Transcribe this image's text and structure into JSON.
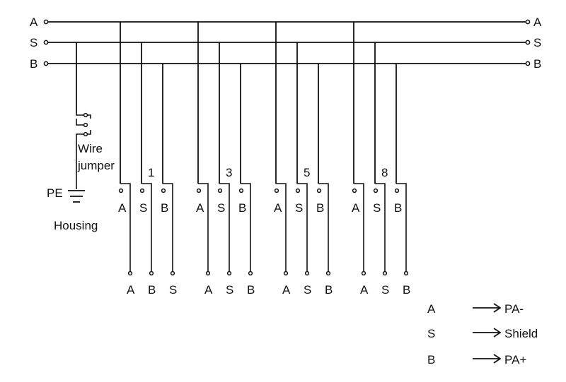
{
  "bus": {
    "left_labels": [
      "A",
      "S",
      "B"
    ],
    "right_labels": [
      "A",
      "S",
      "B"
    ]
  },
  "housing": {
    "wire_jumper_line1": "Wire",
    "wire_jumper_line2": "jumper",
    "pe_label": "PE",
    "housing_label": "Housing"
  },
  "devices": [
    {
      "number": "1",
      "top_labels": [
        "A",
        "S",
        "B"
      ],
      "bottom_labels": [
        "A",
        "B",
        "S"
      ]
    },
    {
      "number": "3",
      "top_labels": [
        "A",
        "S",
        "B"
      ],
      "bottom_labels": [
        "A",
        "S",
        "B"
      ]
    },
    {
      "number": "5",
      "top_labels": [
        "A",
        "S",
        "B"
      ],
      "bottom_labels": [
        "A",
        "S",
        "B"
      ]
    },
    {
      "number": "8",
      "top_labels": [
        "A",
        "S",
        "B"
      ],
      "bottom_labels": [
        "A",
        "S",
        "B"
      ]
    }
  ],
  "legend": [
    {
      "key": "A",
      "value": "PA-"
    },
    {
      "key": "S",
      "value": "Shield"
    },
    {
      "key": "B",
      "value": "PA+"
    }
  ]
}
